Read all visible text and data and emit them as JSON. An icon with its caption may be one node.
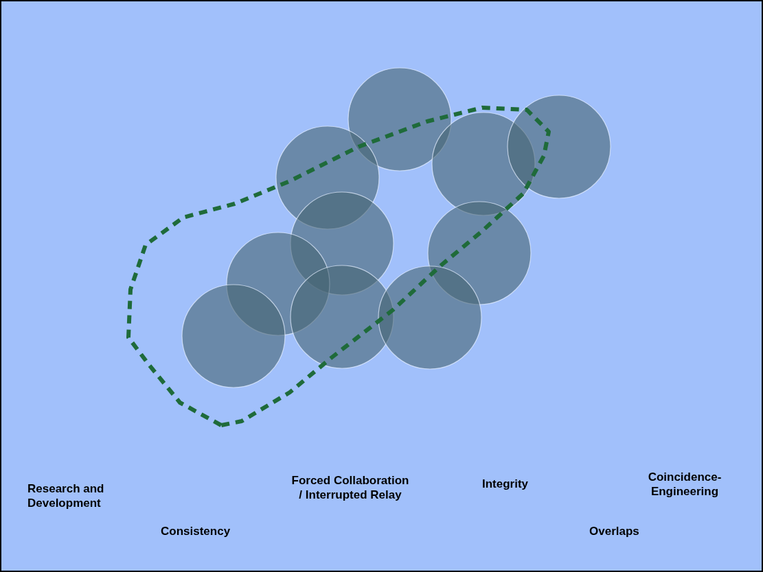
{
  "diagram": {
    "labels": [
      "Research and Development",
      "Consistency",
      "Forced Collaboration / Interrupted Relay",
      "Integrity",
      "Coincidence-Engineering",
      "Overlaps"
    ]
  }
}
